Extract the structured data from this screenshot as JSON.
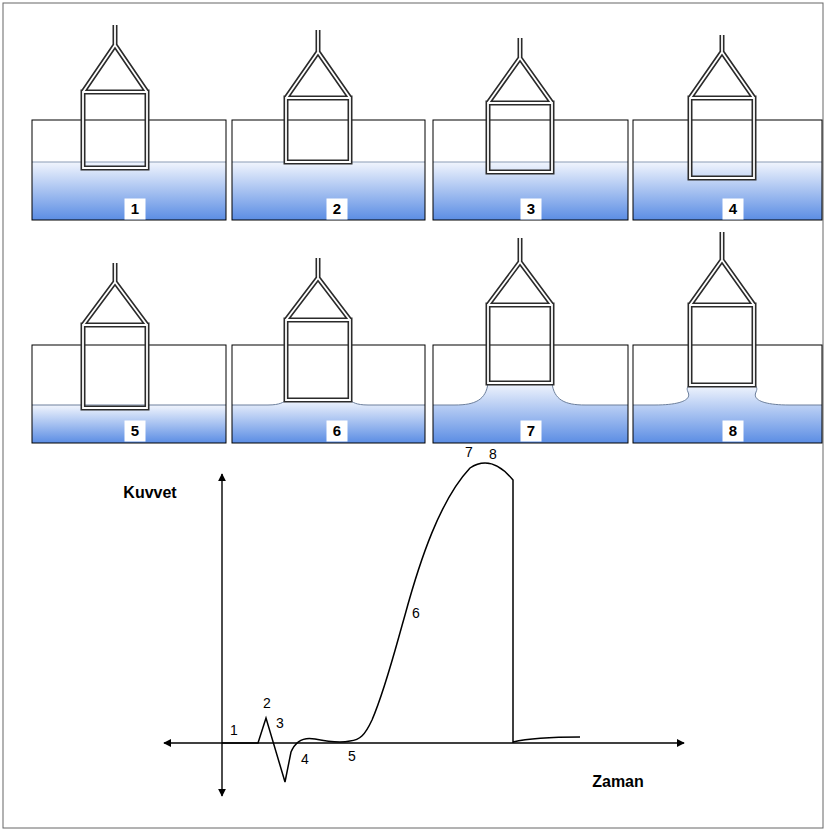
{
  "diagram": {
    "nodes": [
      {
        "text": [
          "1"
        ]
      },
      {
        "text": [
          "2"
        ]
      },
      {
        "text": [
          "3"
        ]
      },
      {
        "text": [
          "4"
        ]
      },
      {
        "text": [
          "5"
        ]
      },
      {
        "text": [
          "6"
        ]
      },
      {
        "text": [
          "7"
        ]
      },
      {
        "text": [
          "8"
        ]
      }
    ],
    "labels": [
      "Kuvvet",
      "1",
      "2",
      "3",
      "4",
      "5",
      "6",
      "7",
      "8",
      "Zaman"
    ]
  }
}
